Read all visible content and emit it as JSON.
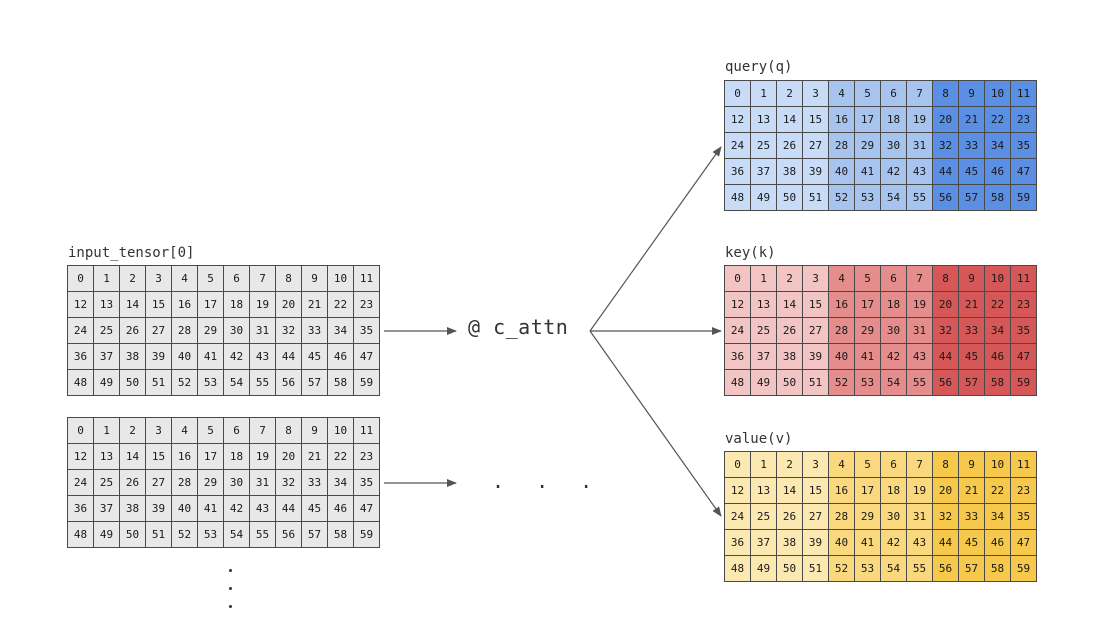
{
  "input": {
    "title": "input_tensor[0]",
    "color": "#e8e8e8",
    "rows": [
      [
        0,
        1,
        2,
        3,
        4,
        5,
        6,
        7,
        8,
        9,
        10,
        11
      ],
      [
        12,
        13,
        14,
        15,
        16,
        17,
        18,
        19,
        20,
        21,
        22,
        23
      ],
      [
        24,
        25,
        26,
        27,
        28,
        29,
        30,
        31,
        32,
        33,
        34,
        35
      ],
      [
        36,
        37,
        38,
        39,
        40,
        41,
        42,
        43,
        44,
        45,
        46,
        47
      ],
      [
        48,
        49,
        50,
        51,
        52,
        53,
        54,
        55,
        56,
        57,
        58,
        59
      ]
    ]
  },
  "second_input": {
    "title": "",
    "color": "#e8e8e8",
    "rows": [
      [
        0,
        1,
        2,
        3,
        4,
        5,
        6,
        7,
        8,
        9,
        10,
        11
      ],
      [
        12,
        13,
        14,
        15,
        16,
        17,
        18,
        19,
        20,
        21,
        22,
        23
      ],
      [
        24,
        25,
        26,
        27,
        28,
        29,
        30,
        31,
        32,
        33,
        34,
        35
      ],
      [
        36,
        37,
        38,
        39,
        40,
        41,
        42,
        43,
        44,
        45,
        46,
        47
      ],
      [
        48,
        49,
        50,
        51,
        52,
        53,
        54,
        55,
        56,
        57,
        58,
        59
      ]
    ]
  },
  "operation": {
    "label": "@ c_attn",
    "continuation": ". . ."
  },
  "outputs": [
    {
      "title": "query(q)",
      "band_colors": [
        "#c9dcf7",
        "#a7c4ef",
        "#5b8fe3"
      ],
      "rows": [
        [
          0,
          1,
          2,
          3,
          4,
          5,
          6,
          7,
          8,
          9,
          10,
          11
        ],
        [
          12,
          13,
          14,
          15,
          16,
          17,
          18,
          19,
          20,
          21,
          22,
          23
        ],
        [
          24,
          25,
          26,
          27,
          28,
          29,
          30,
          31,
          32,
          33,
          34,
          35
        ],
        [
          36,
          37,
          38,
          39,
          40,
          41,
          42,
          43,
          44,
          45,
          46,
          47
        ],
        [
          48,
          49,
          50,
          51,
          52,
          53,
          54,
          55,
          56,
          57,
          58,
          59
        ]
      ]
    },
    {
      "title": "key(k)",
      "band_colors": [
        "#f2c4c4",
        "#e58c8c",
        "#d65757"
      ],
      "rows": [
        [
          0,
          1,
          2,
          3,
          4,
          5,
          6,
          7,
          8,
          9,
          10,
          11
        ],
        [
          12,
          13,
          14,
          15,
          16,
          17,
          18,
          19,
          20,
          21,
          22,
          23
        ],
        [
          24,
          25,
          26,
          27,
          28,
          29,
          30,
          31,
          32,
          33,
          34,
          35
        ],
        [
          36,
          37,
          38,
          39,
          40,
          41,
          42,
          43,
          44,
          45,
          46,
          47
        ],
        [
          48,
          49,
          50,
          51,
          52,
          53,
          54,
          55,
          56,
          57,
          58,
          59
        ]
      ]
    },
    {
      "title": "value(v)",
      "band_colors": [
        "#fce9b2",
        "#fad97e",
        "#f6c84c"
      ],
      "rows": [
        [
          0,
          1,
          2,
          3,
          4,
          5,
          6,
          7,
          8,
          9,
          10,
          11
        ],
        [
          12,
          13,
          14,
          15,
          16,
          17,
          18,
          19,
          20,
          21,
          22,
          23
        ],
        [
          24,
          25,
          26,
          27,
          28,
          29,
          30,
          31,
          32,
          33,
          34,
          35
        ],
        [
          36,
          37,
          38,
          39,
          40,
          41,
          42,
          43,
          44,
          45,
          46,
          47
        ],
        [
          48,
          49,
          50,
          51,
          52,
          53,
          54,
          55,
          56,
          57,
          58,
          59
        ]
      ]
    }
  ],
  "line_color": "#555555"
}
